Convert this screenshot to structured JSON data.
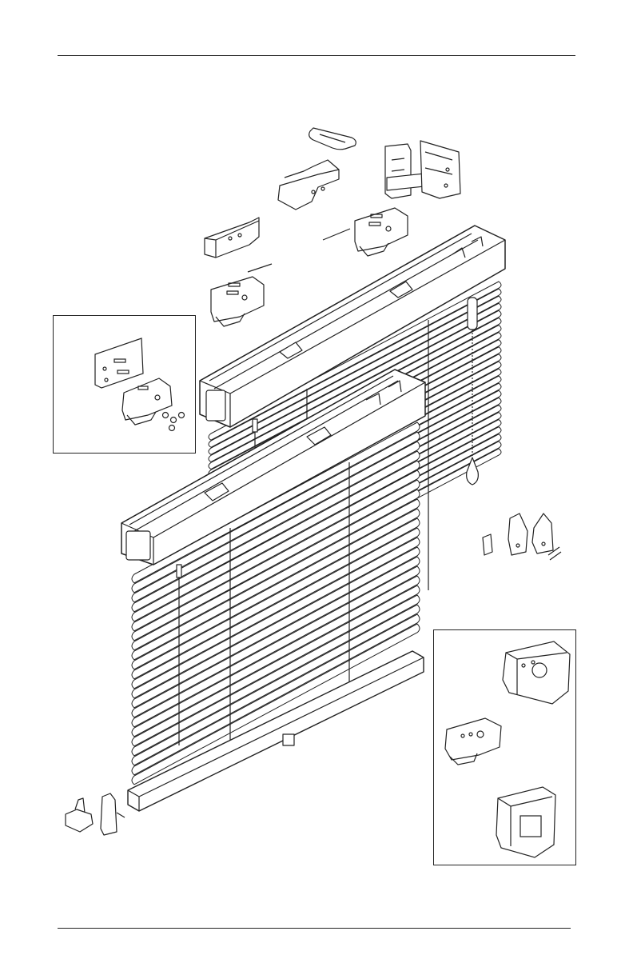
{
  "page": {
    "background": "#ffffff",
    "line_color": "#222222",
    "slat_fill": "#ffffff"
  },
  "diagram": {
    "type": "exploded-assembly",
    "subject": "horizontal-blind",
    "blinds": [
      {
        "id": "rear-blind",
        "slat_count": 24,
        "ladder_count": 3
      },
      {
        "id": "front-blind",
        "slat_count": 22,
        "ladder_count": 3
      }
    ],
    "insets": [
      {
        "id": "installation-bracket-inset"
      },
      {
        "id": "bracket-variants-inset"
      }
    ]
  }
}
